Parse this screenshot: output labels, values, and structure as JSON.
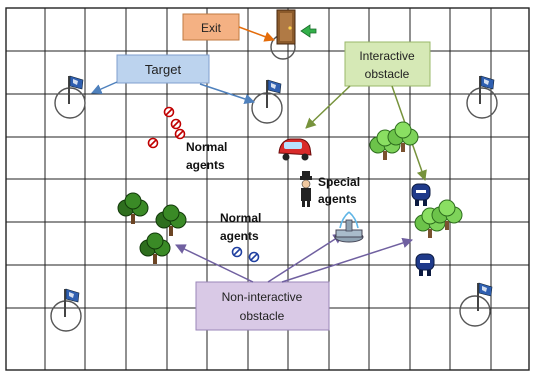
{
  "labels": {
    "exit": "Exit",
    "target": "Target",
    "interactive_obstacle_line1": "Interactive",
    "interactive_obstacle_line2": "obstacle",
    "normal_agents_1_line1": "Normal",
    "normal_agents_1_line2": "agents",
    "special_agents_line1": "Special",
    "special_agents_line2": "agents",
    "normal_agents_2_line1": "Normal",
    "normal_agents_2_line2": "agents",
    "non_interactive_line1": "Non-interactive",
    "non_interactive_line2": "obstacle"
  },
  "colors": {
    "exit_box": "#f4b183",
    "target_box": "#bcd3ee",
    "interactive_box": "#d6e9b6",
    "non_interactive_box": "#d9c9e6",
    "grid_line": "#222222",
    "target_arrow": "#4f81bd",
    "interactive_arrow": "#77933c",
    "non_interactive_arrow": "#7060a0",
    "exit_arrow": "#e46c0a",
    "normal_agent_red": "#c00000",
    "normal_agent_blue": "#1f3fa0"
  },
  "icons": [
    "door-icon",
    "green-arrow-icon",
    "flag-icon",
    "tree-icon",
    "car-icon",
    "mailbox-icon",
    "fountain-icon",
    "person-icon"
  ]
}
